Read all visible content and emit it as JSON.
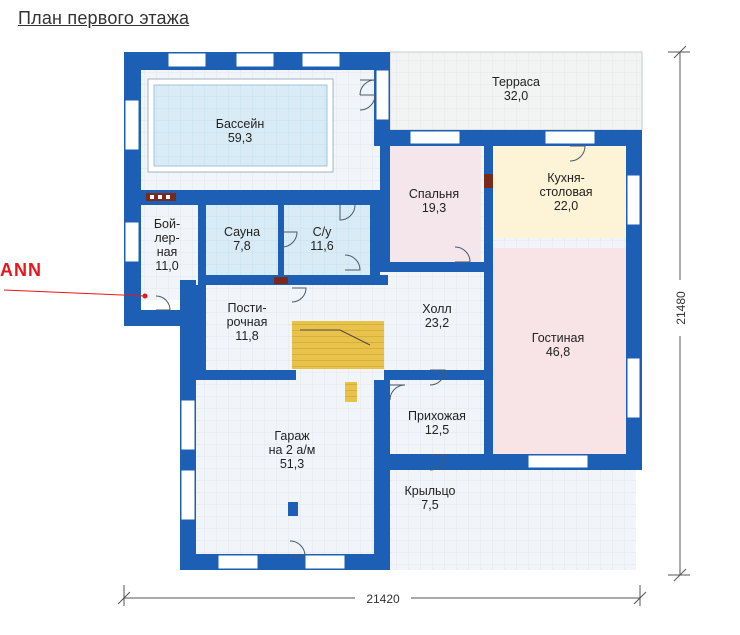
{
  "title": "План первого этажа",
  "annotation": "ANN",
  "colors": {
    "wall": "#1c5fb4",
    "floor_tile": "#f1f5f9",
    "pool_water": "#cfe6f3",
    "sauna_tile": "#d9ecf6",
    "bedroom": "#f4e6ea",
    "kitchen": "#fdf3d6",
    "living": "#f8e3e6",
    "terrace": "#f2f3f3",
    "stairs": "#e8c24a",
    "grid_line": "#dbe3ea"
  },
  "rooms": [
    {
      "id": "pool",
      "name": "Бассейн",
      "area": "59,3"
    },
    {
      "id": "terrace",
      "name": "Терраса",
      "area": "32,0"
    },
    {
      "id": "bedroom",
      "name": "Спальня",
      "area": "19,3"
    },
    {
      "id": "kitchen",
      "name": "Кухня-\nстоловая",
      "area": "22,0"
    },
    {
      "id": "boiler",
      "name": "Бой-\nлер-\nная",
      "area": "11,0"
    },
    {
      "id": "sauna",
      "name": "Сауна",
      "area": "7,8"
    },
    {
      "id": "bathroom",
      "name": "С/у",
      "area": "11,6"
    },
    {
      "id": "laundry",
      "name": "Пости-\nрочная",
      "area": "11,8"
    },
    {
      "id": "hall",
      "name": "Холл",
      "area": "23,2"
    },
    {
      "id": "living",
      "name": "Гостиная",
      "area": "46,8"
    },
    {
      "id": "entrance",
      "name": "Прихожая",
      "area": "12,5"
    },
    {
      "id": "garage",
      "name": "Гараж\nна 2 а/м",
      "area": "51,3"
    },
    {
      "id": "porch",
      "name": "Крыльцо",
      "area": "7,5"
    }
  ],
  "dimensions": {
    "width": "21420",
    "height": "21480"
  }
}
